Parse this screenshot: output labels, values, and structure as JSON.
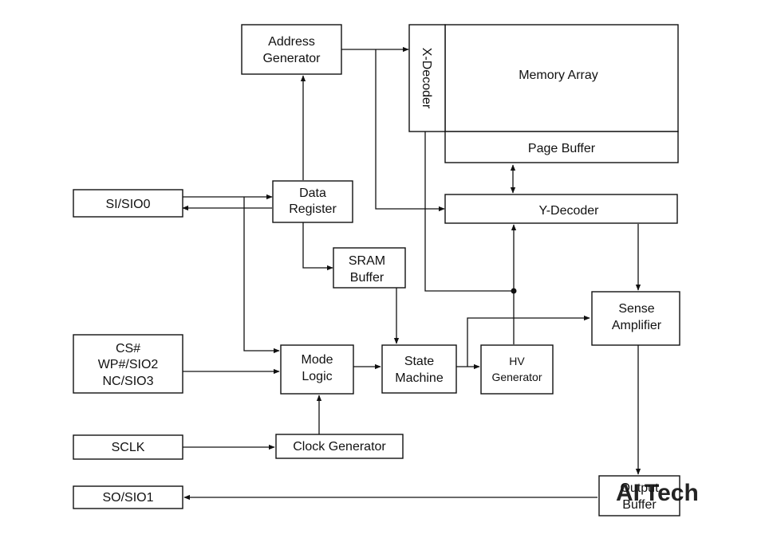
{
  "blocks": {
    "address_generator": [
      "Address",
      "Generator"
    ],
    "x_decoder": "X-Decoder",
    "memory_array": "Memory Array",
    "page_buffer": "Page Buffer",
    "si_sio0": "SI/SIO0",
    "data_register": [
      "Data",
      "Register"
    ],
    "y_decoder": "Y-Decoder",
    "sram_buffer": [
      "SRAM",
      "Buffer"
    ],
    "sense_amplifier": [
      "Sense",
      "Amplifier"
    ],
    "control_pins": [
      "CS#",
      "WP#/SIO2",
      "NC/SIO3"
    ],
    "mode_logic": [
      "Mode",
      "Logic"
    ],
    "state_machine": [
      "State",
      "Machine"
    ],
    "hv_generator": [
      "HV",
      "Generator"
    ],
    "sclk": "SCLK",
    "clock_generator": "Clock Generator",
    "so_sio1": "SO/SIO1",
    "output_buffer": [
      "Output",
      "Buffer"
    ]
  },
  "watermark": {
    "text_a": "AI",
    "text_b": "Tech",
    "color_a": "#3bbf3b",
    "color_b": "#3a3a3a"
  }
}
